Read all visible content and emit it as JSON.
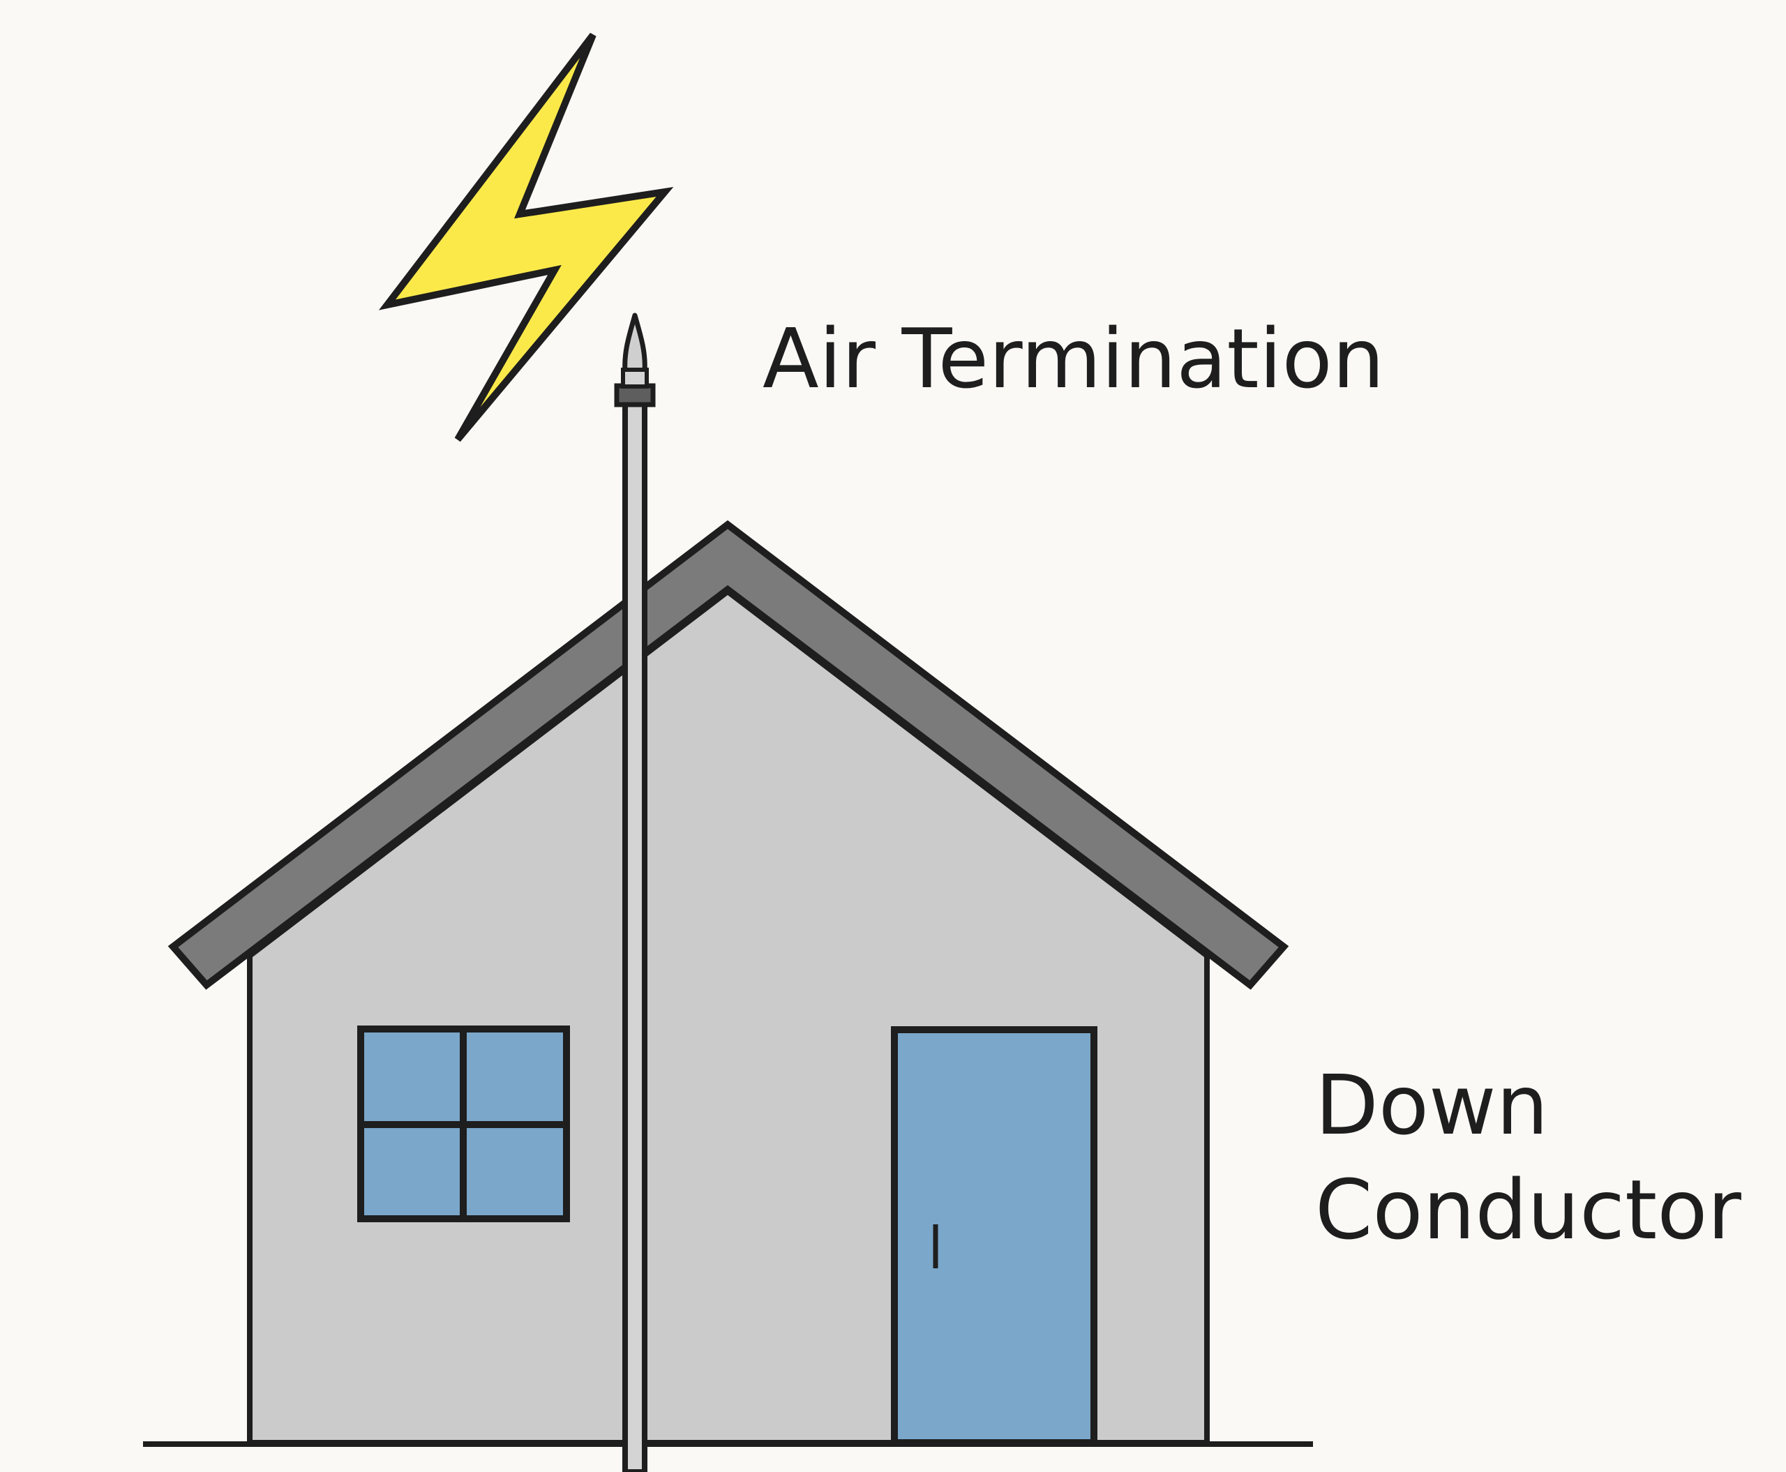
{
  "labels": {
    "air_termination": "Air Termination",
    "down_conductor_line1": "Down",
    "down_conductor_line2": "Conductor"
  },
  "colors": {
    "background": "#faf9f6",
    "outline": "#1e1e1e",
    "wall": "#cbcbcb",
    "roof": "#7b7b7b",
    "window_pane": "#7aa7ca",
    "door": "#7aa7ca",
    "bolt": "#fbe94a",
    "rod": "#d4d4d4"
  },
  "icons": {
    "lightning": "lightning-bolt-icon",
    "air_terminal": "lightning-rod-icon"
  }
}
